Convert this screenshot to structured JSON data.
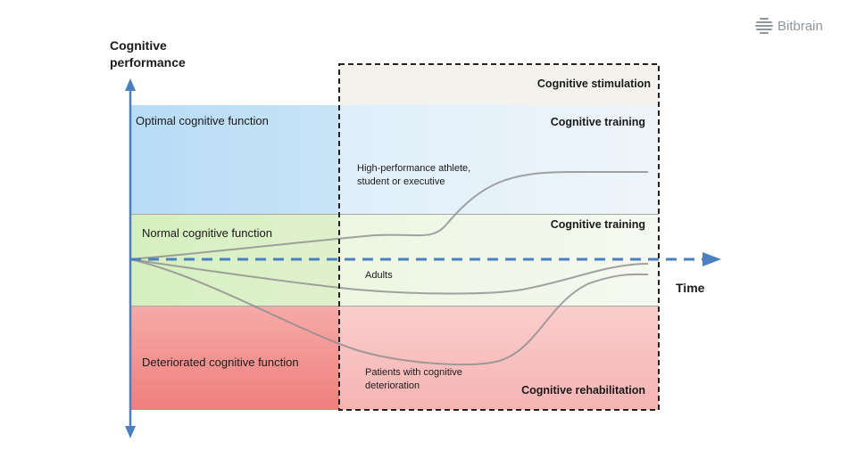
{
  "brand": {
    "logo_text": "Bitbrain",
    "icon": "brain-stripes-icon"
  },
  "axes": {
    "y_label_line1": "Cognitive",
    "y_label_line2": "performance",
    "x_label": "Time"
  },
  "zones": {
    "optimal": "Optimal cognitive function",
    "normal": "Normal cognitive function",
    "deteriorated": "Deteriorated cognitive function"
  },
  "stimulation": {
    "header": "Cognitive stimulation",
    "training_top": "Cognitive training",
    "training_middle": "Cognitive training",
    "rehabilitation": "Cognitive rehabilitation"
  },
  "curves": {
    "athlete": "High-performance athlete, student or executive",
    "adults": "Adults",
    "patients": "Patients with cognitive deterioration"
  },
  "colors": {
    "optimal_zone": "#b7dcf6",
    "normal_zone": "#d6efbf",
    "deteriorated_zone": "#ef7f7c",
    "axis_blue": "#4a7fc0",
    "curve_gray": "#8c8c8c"
  }
}
